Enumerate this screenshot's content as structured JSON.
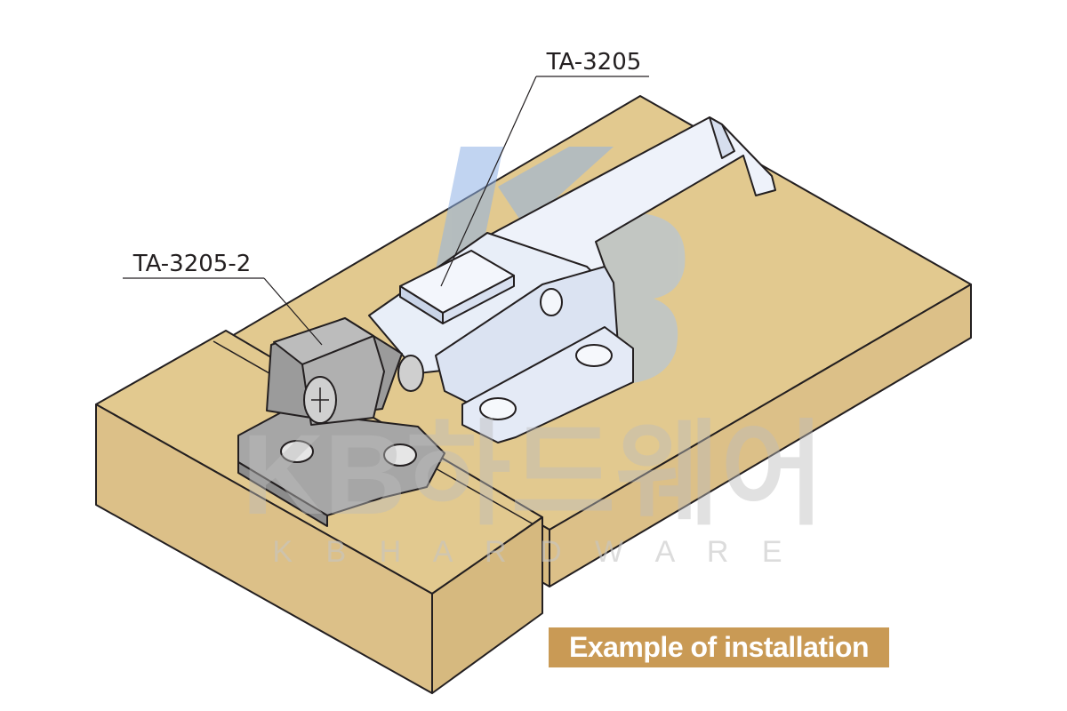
{
  "labels": {
    "latch": "TA-3205",
    "bracket": "TA-3205-2"
  },
  "caption": "Example of installation",
  "watermark": {
    "logo": "KB",
    "korean": "KB하드웨어",
    "english": "K B   H A R D W A R E"
  },
  "colors": {
    "wood_top": "#e2c98f",
    "wood_side": "#dcc088",
    "badge_bg": "#c99a55",
    "metal": "#e8eef8",
    "bracket": "#8c8c8c"
  }
}
